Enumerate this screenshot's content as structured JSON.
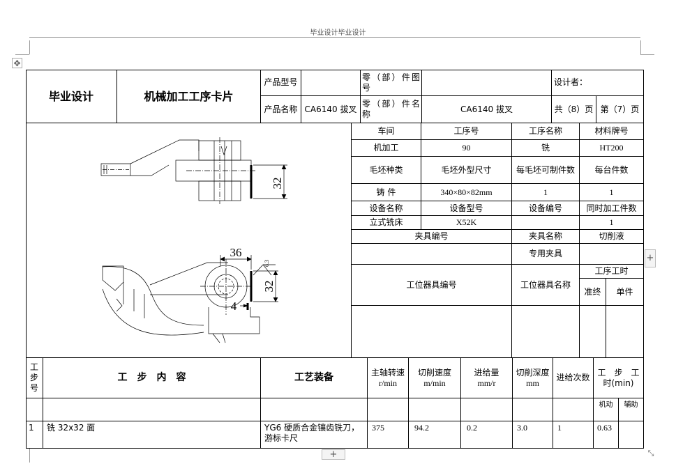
{
  "page": {
    "header_text": "毕业设计毕业设计",
    "add_row_glyph": "+",
    "add_col_glyph": "+",
    "move_glyph": "✥",
    "resize_glyph": "⤡"
  },
  "card": {
    "title": "毕业设计",
    "card_name": "机械加工工序卡片",
    "product_model_label": "产品型号",
    "product_model_value": "",
    "part_drawing_label": "零（部）件图号",
    "part_drawing_value": "",
    "designer_label": "设计者：",
    "product_name_label": "产品名称",
    "product_name_value": "CA6140 拔叉",
    "part_name_label": "零（部）件名称",
    "part_name_value": "CA6140 拔叉",
    "total_pages": "共（8）页",
    "page_no": "第（7）页"
  },
  "process": {
    "workshop_label": "车间",
    "op_no_label": "工序号",
    "op_name_label": "工序名称",
    "material_label": "材料牌号",
    "workshop": "机加工",
    "op_no": "90",
    "op_name": "铣",
    "material": "HT200",
    "blank_type_label": "毛坯种类",
    "blank_size_label": "毛坯外型尺寸",
    "parts_per_blank_label": "每毛坯可制件数",
    "parts_per_unit_label": "每台件数",
    "blank_type": "铸 件",
    "blank_size": "340×80×82mm",
    "parts_per_blank": "1",
    "parts_per_unit": "1",
    "equip_name_label": "设备名称",
    "equip_model_label": "设备型号",
    "equip_no_label": "设备编号",
    "simul_parts_label": "同时加工件数",
    "equip_name": "立式铣床",
    "equip_model": "X52K",
    "equip_no": "",
    "simul_parts": "1",
    "fixture_no_label": "夹具编号",
    "fixture_name_label": "夹具名称",
    "coolant_label": "切削液",
    "fixture_name": "专用夹具",
    "station_tool_no_label": "工位器具编号",
    "station_tool_name_label": "工位器具名称",
    "op_time_label": "工序工时",
    "prep_label": "准终",
    "unit_label": "单件"
  },
  "drawing": {
    "dim_top_32": "32",
    "dim_36": "36",
    "dim_32": "32",
    "dim_4": "4",
    "roughness": "6.3"
  },
  "steps": {
    "col_step_no": "工步号",
    "col_content": "工　步　内　容",
    "col_equipment": "工艺装备",
    "col_spindle": "主轴转速",
    "col_spindle_unit": "r/min",
    "col_speed": "切削速度",
    "col_speed_unit": "m/min",
    "col_feed": "进给量",
    "col_feed_unit": "mm/r",
    "col_depth": "切削深度",
    "col_depth_unit": "mm",
    "col_passes": "进给次数",
    "col_time": "工　步　工时(min)",
    "col_time_machine": "机动",
    "col_time_aux": "辅助",
    "rows": [
      {
        "no": "1",
        "content": "铣 32x32 面",
        "equipment": "YG6 硬质合金镶齿铣刀，游标卡尺",
        "spindle": "375",
        "speed": "94.2",
        "feed": "0.2",
        "depth": "3.0",
        "passes": "1",
        "time_machine": "0.63",
        "time_aux": ""
      }
    ]
  }
}
